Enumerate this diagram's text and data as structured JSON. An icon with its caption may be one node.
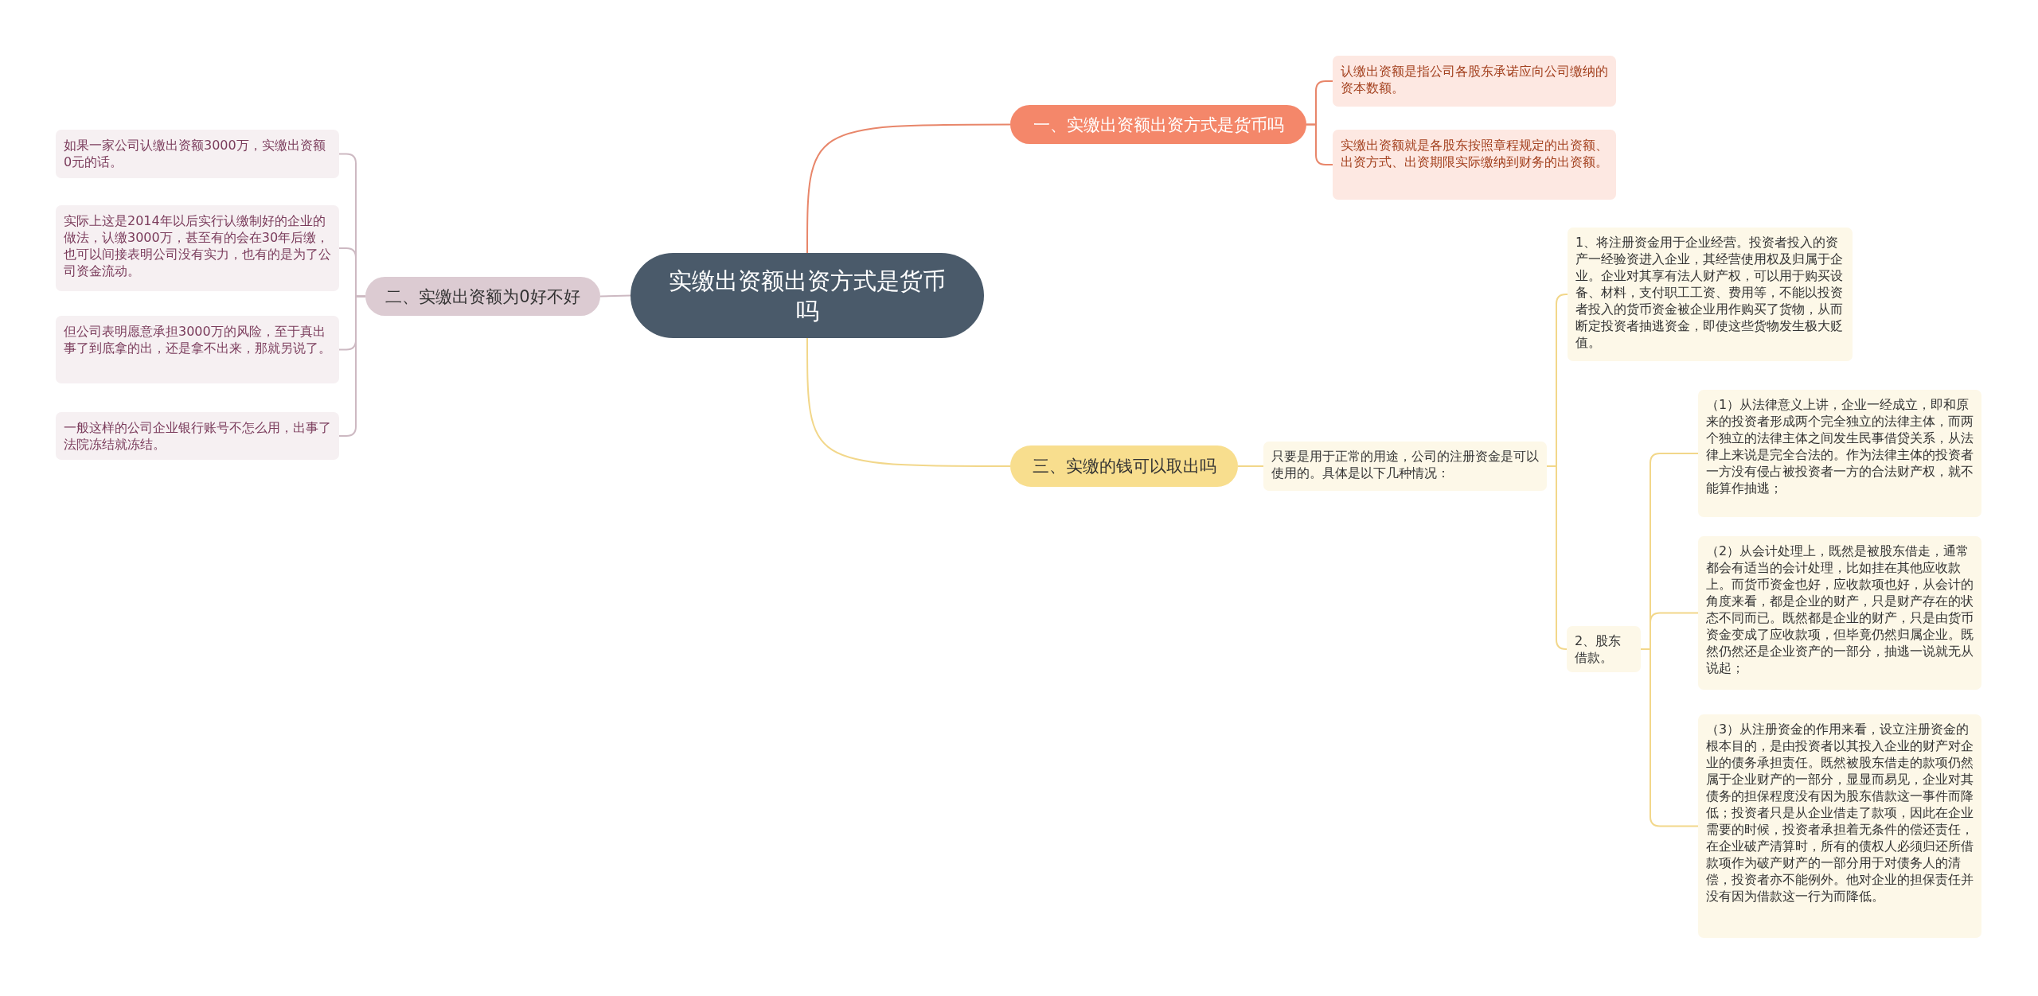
{
  "diagram": {
    "nodes": [
      {
        "text": [
          "实缴出资额出资方式是货币吗"
        ]
      },
      {
        "text": [
          "一、实缴出资额出资方式是货币吗"
        ]
      },
      {
        "text": [
          "认缴出资额是指公司各股东承诺应向公司缴纳的资本数额。"
        ]
      },
      {
        "text": [
          "实缴出资额就是各股东按照章程规定的出资额、出资方式、出资期限实际缴纳到财务的出资额。"
        ]
      },
      {
        "text": [
          "二、实缴出资额为0好不好"
        ]
      },
      {
        "text": [
          "如果一家公司认缴出资额3000万，实缴出资额0元的话。"
        ]
      },
      {
        "text": [
          "实际上这是2014年以后实行认缴制好的企业的做法，认缴3000万，甚至有的会在30年后缴，也可以间接表明公司没有实力，也有的是为了公司资金流动。"
        ]
      },
      {
        "text": [
          "但公司表明愿意承担3000万的风险，至于真出事了到底拿的出，还是拿不出来，那就另说了。"
        ]
      },
      {
        "text": [
          "一般这样的公司企业银行账号不怎么用，出事了法院冻结就冻结。"
        ]
      },
      {
        "text": [
          "三、实缴的钱可以取出吗"
        ]
      },
      {
        "text": [
          "只要是用于正常的用途，公司的注册资金是可以使用的。具体是以下几种情况："
        ]
      },
      {
        "text": [
          "1、将注册资金用于企业经营。投资者投入的资产一经验资进入企业，其经营使用权及归属于企业。企业对其享有法人财产权，可以用于购买设备、材料，支付职工工资、费用等，不能以投资者投入的货币资金被企业用作购买了货物，从而断定投资者抽逃资金，即使这些货物发生极大贬值。"
        ]
      },
      {
        "text": [
          "2、股东借款。"
        ]
      },
      {
        "text": [
          "（1）从法律意义上讲，企业一经成立，即和原来的投资者形成两个完全独立的法律主体，而两个独立的法律主体之间发生民事借贷关系，从法律上来说是完全合法的。作为法律主体的投资者一方没有侵占被投资者一方的合法财产权，就不能算作抽逃；"
        ]
      },
      {
        "text": [
          "（2）从会计处理上，既然是被股东借走，通常都会有适当的会计处理，比如挂在其他应收款上。而货币资金也好，应收款项也好，从会计的角度来看，都是企业的财产，只是财产存在的状态不同而已。既然都是企业的财产，只是由货币资金变成了应收款项，但毕竟仍然归属企业。既然仍然还是企业资产的一部分，抽逃一说就无从说起；"
        ]
      },
      {
        "text": [
          "（3）从注册资金的作用来看，设立注册资金的根本目的，是由投资者以其投入企业的财产对企业的债务承担责任。既然被股东借走的款项仍然属于企业财产的一部分，显显而易见，企业对其债务的担保程度没有因为股东借款这一事件而降低；投资者只是从企业借走了款项，因此在企业需要的时候，投资者承担着无条件的偿还责任，在企业破产清算时，所有的债权人必须归还所借款项作为破产财产的一部分用于对债务人的清偿，投资者亦不能例外。他对企业的担保责任并没有因为借款这一行为而降低。"
        ]
      }
    ],
    "edges": [
      {
        "from": 0,
        "to": 1,
        "arrow": "none",
        "color": "#e8866a"
      },
      {
        "from": 1,
        "to": 2,
        "arrow": "none",
        "color": "#e8866a"
      },
      {
        "from": 1,
        "to": 3,
        "arrow": "none",
        "color": "#e8866a"
      },
      {
        "from": 0,
        "to": 4,
        "arrow": "none",
        "color": "#cdb9c2"
      },
      {
        "from": 4,
        "to": 5,
        "arrow": "none",
        "color": "#cdb9c2"
      },
      {
        "from": 4,
        "to": 6,
        "arrow": "none",
        "color": "#cdb9c2"
      },
      {
        "from": 4,
        "to": 7,
        "arrow": "none",
        "color": "#cdb9c2"
      },
      {
        "from": 4,
        "to": 8,
        "arrow": "none",
        "color": "#cdb9c2"
      },
      {
        "from": 0,
        "to": 9,
        "arrow": "none"
      },
      {
        "from": 9,
        "to": 10,
        "arrow": "none"
      },
      {
        "from": 10,
        "to": 11,
        "arrow": "none"
      },
      {
        "from": 10,
        "to": 12,
        "arrow": "none"
      },
      {
        "from": 12,
        "to": 13,
        "arrow": "none"
      },
      {
        "from": 12,
        "to": 14,
        "arrow": "none"
      },
      {
        "from": 12,
        "to": 15,
        "arrow": "none"
      }
    ]
  }
}
